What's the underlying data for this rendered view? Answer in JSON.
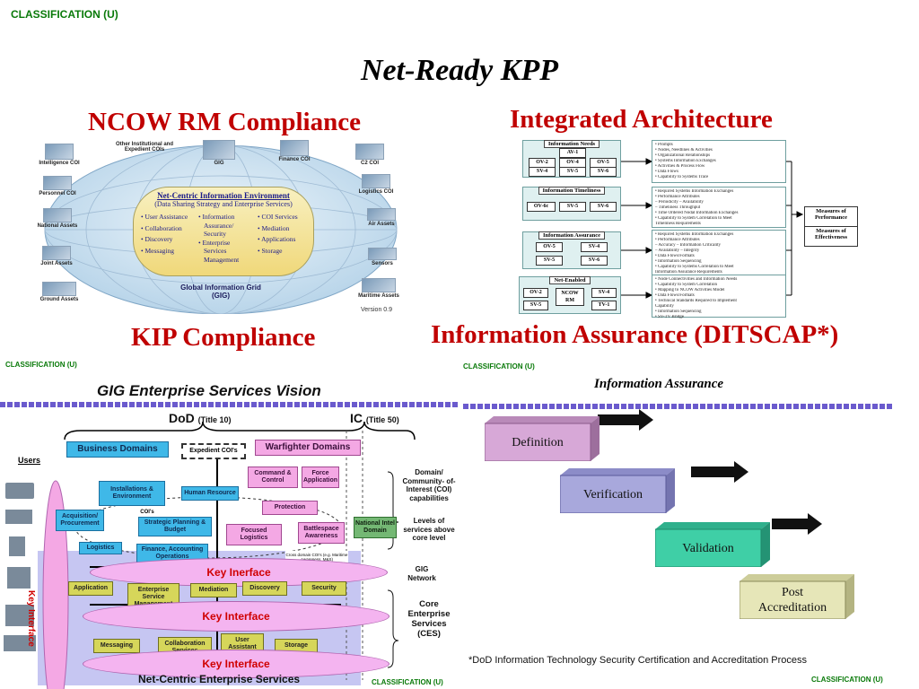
{
  "classification": "CLASSIFICATION (U)",
  "slide_title": "Net-Ready KPP",
  "quadrants": {
    "ncow": {
      "heading": "NCOW RM Compliance",
      "nce_title": "Net-Centric Information Environment",
      "nce_subtitle": "(Data Sharing Strategy and Enterprise Services)",
      "col1": [
        "• User Assistance",
        "• Collaboration",
        "• Discovery",
        "• Messaging"
      ],
      "col2": [
        "• Information",
        "Assurance/",
        "Security",
        "• Enterprise",
        "Services",
        "Management"
      ],
      "col3": [
        "• COI Services",
        "• Mediation",
        "• Applications",
        "• Storage"
      ],
      "satellites": [
        "Intelligence COI",
        "Other Institutional and Expedient COIs",
        "GIG",
        "Finance COI",
        "C2 COI",
        "Personnel COI",
        "Logistics COI",
        "National Assets",
        "Air Assets",
        "Joint Assets",
        "Sensors",
        "Ground Assets",
        "Maritime Assets"
      ],
      "gig_label": "Global Information Grid",
      "gig_abbr": "(GIG)",
      "version": "Version 0.9"
    },
    "ia": {
      "heading": "Integrated Architecture",
      "groups": [
        {
          "title": "Information  Needs",
          "boxes": [
            "AV-1",
            "OV-2",
            "OV-4",
            "OV-5",
            "SV-4",
            "SV-5",
            "SV-6"
          ]
        },
        {
          "title": "Information Timeliness",
          "boxes": [
            "OV-6c",
            "SV-5",
            "SV-6"
          ]
        },
        {
          "title": "Information Assurance",
          "boxes": [
            "OV-5",
            "SV-4",
            "SV-5",
            "SV-6"
          ]
        },
        {
          "title": "Net-Enabled",
          "boxes": [
            "OV-2",
            "NCOW RM",
            "SV-4",
            "SV-5",
            "TV-1"
          ]
        }
      ],
      "lists": [
        [
          "• Prompts",
          "• Nodes, Needlines & Activities",
          "• Organizational Relationships",
          "• Systems Information Exchanges",
          "• Activities & Process Flow",
          "• Data Flows",
          "• Capability to Systems Trace"
        ],
        [
          "• Required Systems Information Exchanges",
          "• Performance Attributes",
          "   – Periodicity      – Availability",
          "   – Timeliness        Throughput",
          "• Time Ordered Nodal Information Exchanges",
          "• Capability to System Correlation to Meet",
          "  Timeliness Requirements"
        ],
        [
          "• Required Systems Information Exchanges",
          "• Performance Attributes",
          "   – Accuracy      – Information Criticality",
          "   – Availability   – Integrity",
          "• Data Flows/Formats",
          "• Information Sequencing",
          "• Capability to Systems Correlation to Meet",
          "  Information Assurance Requirements"
        ],
        [
          "• Node Connectivities and Information Needs",
          "• Capability to System Correlation",
          "• Mapping to NCOW Activities Model",
          "• Data Flows/Formats",
          "• Technical Standards Required to Implement",
          "  Capability",
          "• Information Sequencing",
          "• SV-TV Bridge"
        ]
      ],
      "measures": [
        "Measures of Performance",
        "Measures of Effectiveness"
      ]
    },
    "kip": {
      "heading": "KIP Compliance",
      "vision_title": "GIG Enterprise Services Vision",
      "dod": "DoD",
      "dod_title": "(Title 10)",
      "ic": "IC",
      "ic_title": "(Title 50)",
      "business_domains": "Business  Domains",
      "expedient_cois": "Expedient COI's",
      "warfighter_domains": "Warfighter Domains",
      "users": "Users",
      "key_interface_vertical": "Key Interface",
      "domains": {
        "installations": "Installations & Environment",
        "cois": "COI's",
        "human_resource": "Human Resource",
        "acquisition": "Acquisition/ Procurement",
        "strategic": "Strategic Planning & Budget",
        "logistics": "Logistics",
        "finance": "Finance, Accounting Operations",
        "command": "Command & Control",
        "force_app": "Force Application",
        "protection": "Protection",
        "focused_logistics": "Focused Logistics",
        "battlespace": "Battlespace Awareness",
        "national_intel": "National Intel Domain",
        "cross_domain": "Cross domain COI's (e.g. Maritime Awareness, M&S)"
      },
      "key_inerface": "Key Inerface",
      "key_interface": "Key Interface",
      "services": {
        "application": "Application",
        "enterprise": "Enterprise Service Management",
        "mediation": "Mediation",
        "discovery": "Discovery",
        "security": "Security",
        "messaging": "Messaging",
        "collaboration": "Collaboration Services",
        "user": "User Assistant",
        "storage": "Storage"
      },
      "right_labels": {
        "domain_coi": "Domain/ Community- of-Interest (COI) capabilities",
        "levels": "Levels of services above core level",
        "gig_network": "GIG Network",
        "ces": "Core Enterprise Services (CES)"
      },
      "nces": "Net-Centric Enterprise Services"
    },
    "ditscap": {
      "heading": "Information Assurance (DITSCAP*)",
      "subheading": "Information Assurance",
      "steps": [
        {
          "label": "Definition",
          "color": "#d7a8d7"
        },
        {
          "label": "Verification",
          "color": "#a8a8dc"
        },
        {
          "label": "Validation",
          "color": "#3fcfa6"
        },
        {
          "label": "Post Accreditation",
          "color": "#e6e6b8"
        }
      ],
      "footnote": "*DoD Information Technology  Security Certification and  Accreditation  Process"
    }
  }
}
